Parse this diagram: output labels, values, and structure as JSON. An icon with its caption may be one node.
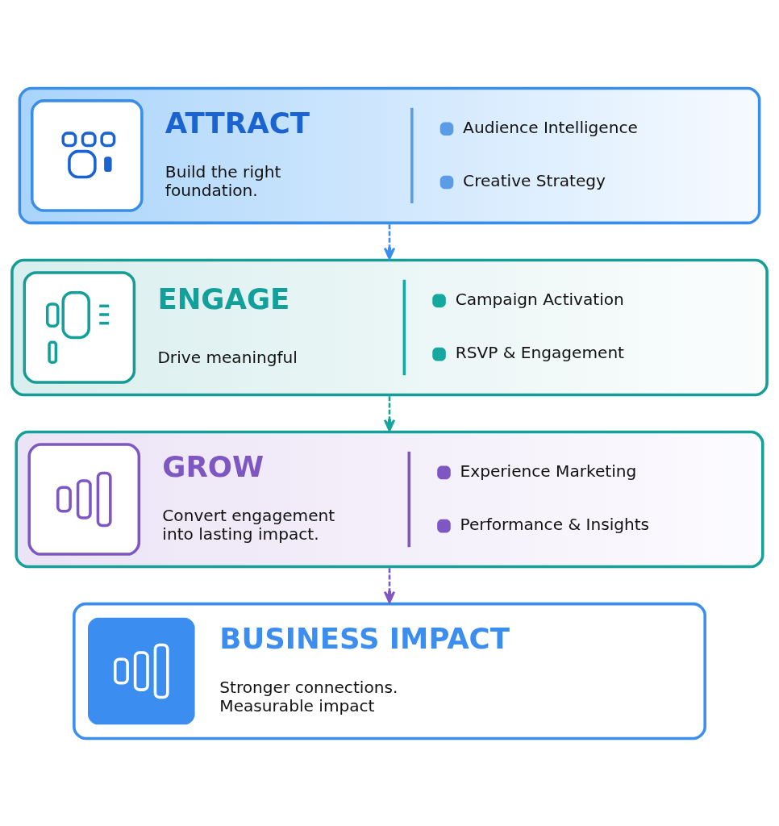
{
  "diagram": {
    "nodes": [
      {
        "text": [
          "ATTRACT",
          "Build the right foundation.",
          "Audience Intelligence",
          "Creative Strategy"
        ]
      },
      {
        "text": [
          "ENGAGE",
          "Drive meaningful",
          "Campaign Activation",
          "RSVP & Engagement"
        ]
      },
      {
        "text": [
          "GROW",
          "Convert engagement into lasting impact.",
          "Experience Marketing",
          "Performance & Insights"
        ]
      },
      {
        "text": [
          "BUSINESS IMPACT",
          "Stronger connections. Measurable impact"
        ]
      }
    ],
    "edges": [
      {
        "from": 0,
        "to": 1,
        "arrow": "to",
        "style": "dashed",
        "color": "#3b8ef0"
      },
      {
        "from": 1,
        "to": 2,
        "arrow": "to",
        "style": "dashed",
        "color": "#16a39d"
      },
      {
        "from": 2,
        "to": 3,
        "arrow": "to",
        "style": "dashed",
        "color": "#7e57c2"
      }
    ]
  }
}
